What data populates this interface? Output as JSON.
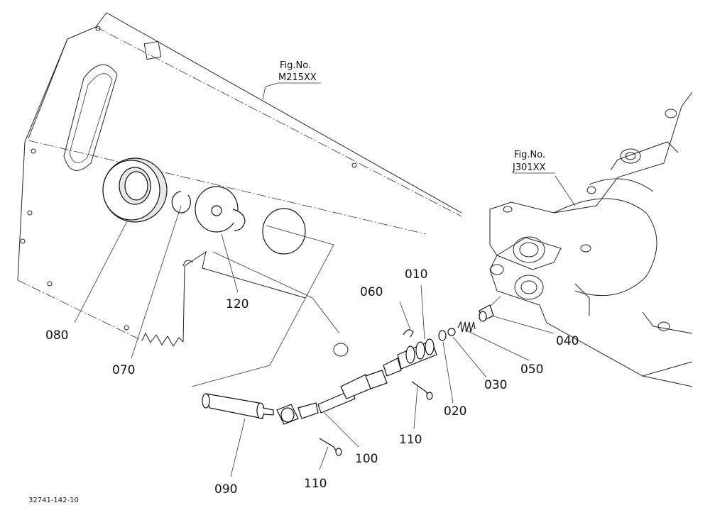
{
  "figure_refs": [
    {
      "label": "Fig.No.",
      "code": "M215XX"
    },
    {
      "label": "Fig.No.",
      "code": "J301XX"
    }
  ],
  "callouts": [
    {
      "id": "c010",
      "text": "010"
    },
    {
      "id": "c020",
      "text": "020"
    },
    {
      "id": "c030",
      "text": "030"
    },
    {
      "id": "c040",
      "text": "040"
    },
    {
      "id": "c050",
      "text": "050"
    },
    {
      "id": "c060",
      "text": "060"
    },
    {
      "id": "c070",
      "text": "070"
    },
    {
      "id": "c080",
      "text": "080"
    },
    {
      "id": "c090",
      "text": "090"
    },
    {
      "id": "c100",
      "text": "100"
    },
    {
      "id": "c110a",
      "text": "110"
    },
    {
      "id": "c110b",
      "text": "110"
    },
    {
      "id": "c120",
      "text": "120"
    }
  ],
  "document_id": "32741-142-10"
}
